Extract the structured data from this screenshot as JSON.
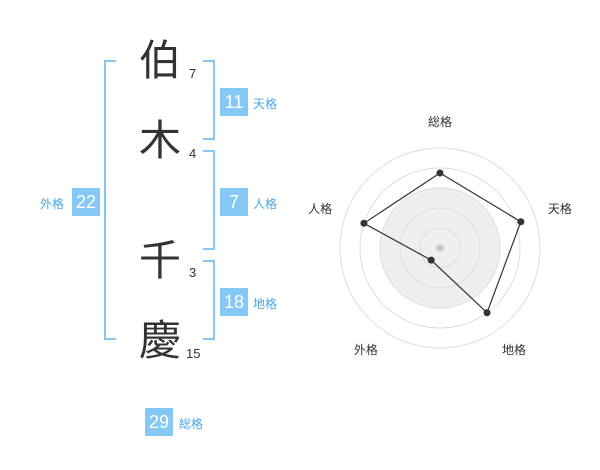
{
  "name": {
    "chars": [
      {
        "char": "伯",
        "strokes": "7"
      },
      {
        "char": "木",
        "strokes": "4"
      },
      {
        "char": "千",
        "strokes": "3"
      },
      {
        "char": "慶",
        "strokes": "15"
      }
    ]
  },
  "fortunes": {
    "tenkaku": {
      "value": "11",
      "label": "天格"
    },
    "jinkaku": {
      "value": "7",
      "label": "人格"
    },
    "chikaku": {
      "value": "18",
      "label": "地格"
    },
    "gaikaku": {
      "value": "22",
      "label": "外格"
    },
    "soukaku": {
      "value": "29",
      "label": "総格"
    }
  },
  "colors": {
    "accent": "#86c8f5",
    "accent_text": "#4aa6e8",
    "radar_fill": "#eeeeee"
  },
  "chart_data": {
    "type": "radar",
    "axes": [
      "総格",
      "天格",
      "地格",
      "外格",
      "人格"
    ],
    "values": [
      0.75,
      0.85,
      0.8,
      0.15,
      0.8
    ],
    "scale_max": 1,
    "rings": 5
  }
}
